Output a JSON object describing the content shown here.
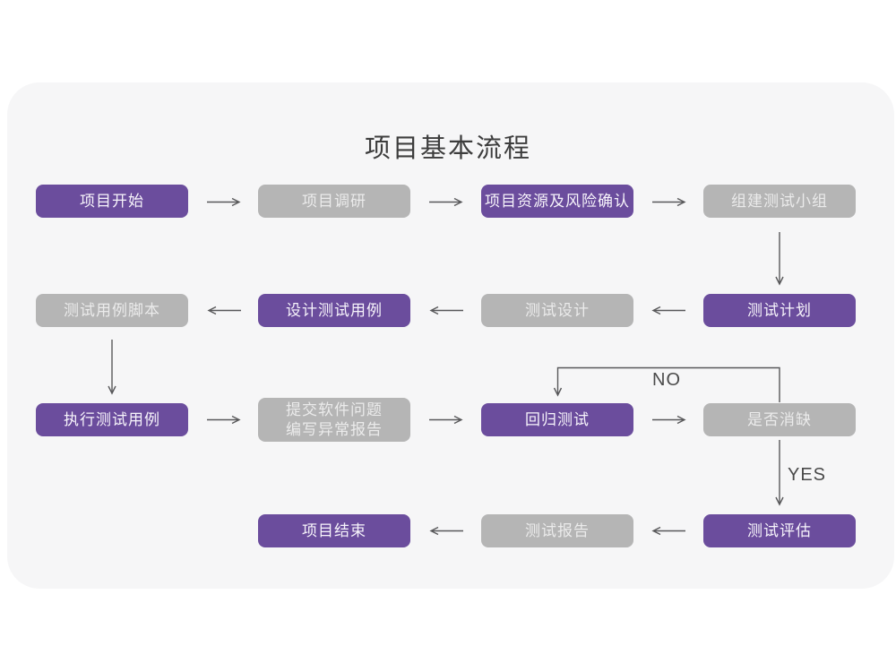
{
  "title": "项目基本流程",
  "colors": {
    "accent_purple": "#6b4d9d",
    "node_gray": "#b5b5b5",
    "card_background": "#f6f6f7",
    "page_background": "#ffffff",
    "arrow": "#58585a",
    "title_text": "#3d3d3d"
  },
  "nodes": [
    {
      "label": "项目开始",
      "variant": "purple"
    },
    {
      "label": "项目调研",
      "variant": "gray"
    },
    {
      "label": "项目资源及风险确认",
      "variant": "purple"
    },
    {
      "label": "组建测试小组",
      "variant": "gray"
    },
    {
      "label": "测试计划",
      "variant": "purple"
    },
    {
      "label": "测试设计",
      "variant": "gray"
    },
    {
      "label": "设计测试用例",
      "variant": "purple"
    },
    {
      "label": "测试用例脚本",
      "variant": "gray"
    },
    {
      "label": "执行测试用例",
      "variant": "purple"
    },
    {
      "label_line1": "提交软件问题",
      "label_line2": "编写异常报告",
      "variant": "gray"
    },
    {
      "label": "回归测试",
      "variant": "purple"
    },
    {
      "label": "是否消缺",
      "variant": "gray"
    },
    {
      "label": "测试评估",
      "variant": "purple"
    },
    {
      "label": "测试报告",
      "variant": "gray"
    },
    {
      "label": "项目结束",
      "variant": "purple"
    }
  ],
  "edge_labels": {
    "no": "NO",
    "yes": "YES"
  }
}
